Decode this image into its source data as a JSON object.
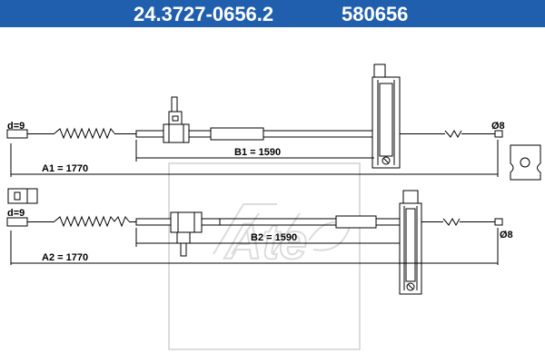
{
  "header": {
    "part_number": "24.3727-0656.2",
    "ref_number": "580656"
  },
  "colors": {
    "header_bg": "#1f5fae",
    "header_text": "#ffffff",
    "line": "#000000",
    "watermark": "#e2e2e2"
  },
  "cable_1": {
    "diameter_left": "d=9",
    "diameter_right": "Ø8",
    "dim_total": "A1 = 1770",
    "dim_sheath": "B1 = 1590"
  },
  "cable_2": {
    "diameter_left": "d=9",
    "diameter_right": "Ø8",
    "dim_total": "A2 = 1770",
    "dim_sheath": "B2 = 1590"
  },
  "watermark_logo": "Ate"
}
